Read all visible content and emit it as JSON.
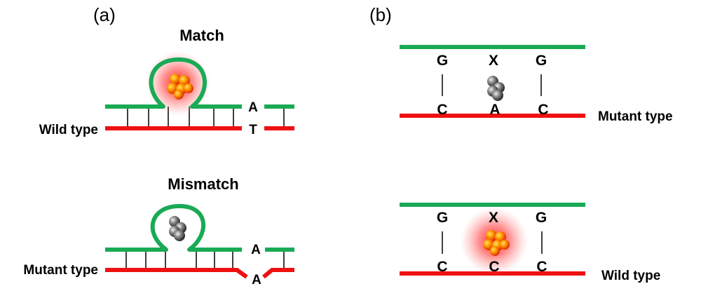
{
  "panel_a": {
    "panel_label": "(a)",
    "match": {
      "title": "Match",
      "top_base": "A",
      "bottom_base": "T",
      "strand_label": "Wild type",
      "cluster": "bright-fluorescent-cluster"
    },
    "mismatch": {
      "title": "Mismatch",
      "top_base": "A",
      "bottom_base": "A",
      "strand_label": "Mutant type",
      "cluster": "dark-non-fluorescent-cluster"
    }
  },
  "panel_b": {
    "panel_label": "(b)",
    "mutant": {
      "top_bases": [
        "G",
        "X",
        "G"
      ],
      "bottom_bases": [
        "C",
        "A",
        "C"
      ],
      "strand_label": "Mutant type",
      "cluster": "dark-non-fluorescent-cluster"
    },
    "wild": {
      "top_bases": [
        "G",
        "X",
        "G"
      ],
      "bottom_bases": [
        "C",
        "C",
        "C"
      ],
      "strand_label": "Wild type",
      "cluster": "bright-fluorescent-cluster"
    }
  },
  "colors": {
    "probe_strand": "#1aaa55",
    "target_strand": "#ee1111",
    "rung": "#000000",
    "glow": "#ff3030",
    "bright_sphere": "#ff8a00",
    "dark_sphere": "#555555"
  }
}
